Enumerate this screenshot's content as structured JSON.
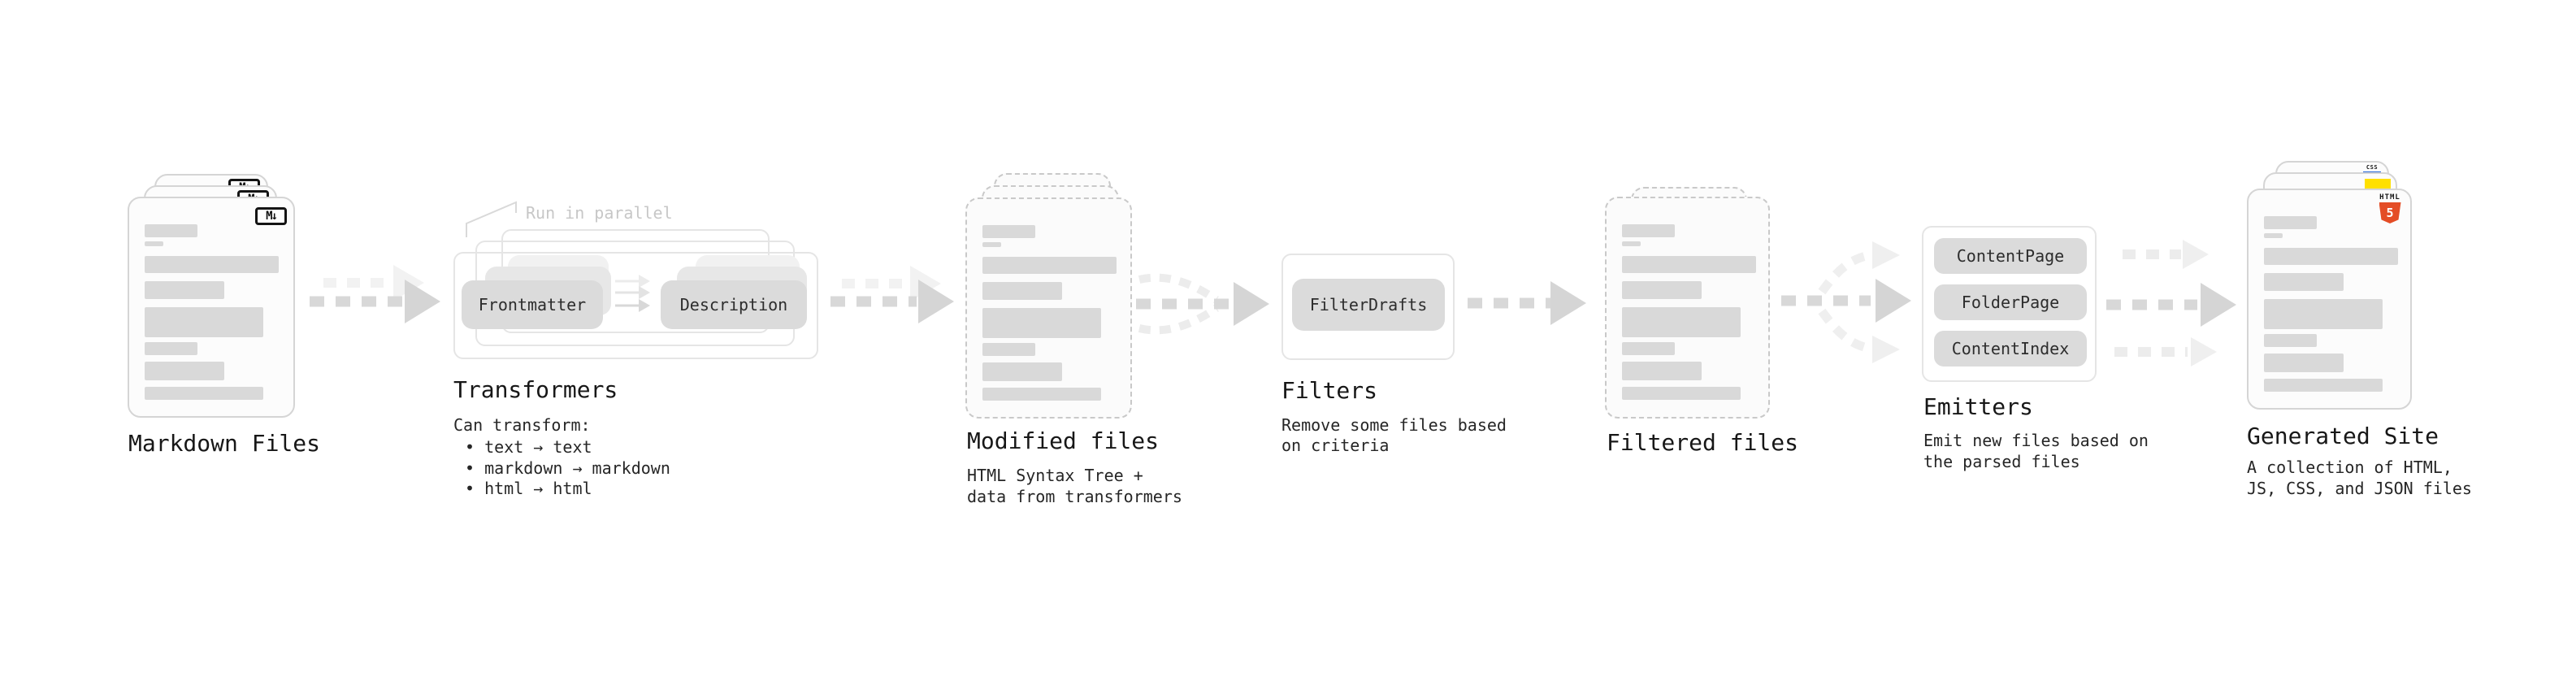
{
  "stages": {
    "markdown": {
      "label": "Markdown Files"
    },
    "transformers": {
      "label": "Transformers",
      "callout": "Run in parallel",
      "chip_left": "Frontmatter",
      "chip_right": "Description",
      "sub": "Can transform:",
      "bullet1": "• text → text",
      "bullet2": "• markdown → markdown",
      "bullet3": "• html → html"
    },
    "modified": {
      "label": "Modified files",
      "sub1": "HTML Syntax Tree +",
      "sub2": "data from transformers"
    },
    "filters": {
      "label": "Filters",
      "chip": "FilterDrafts",
      "sub1": "Remove some files based",
      "sub2": "on criteria"
    },
    "filtered": {
      "label": "Filtered files"
    },
    "emitters": {
      "label": "Emitters",
      "chip1": "ContentPage",
      "chip2": "FolderPage",
      "chip3": "ContentIndex",
      "sub1": "Emit new files based on",
      "sub2": "the parsed files"
    },
    "generated": {
      "label": "Generated Site",
      "sub1": "A collection of HTML,",
      "sub2": "JS, CSS, and JSON files"
    }
  },
  "icons": {
    "markdown_glyph": "M↓",
    "html5_label": "HTML",
    "html5_numeral": "5",
    "css_label": "CSS"
  },
  "colors": {
    "arrow_main": "#d8d8d8",
    "arrow_ghost": "#f2f2f2",
    "bar_fill": "#d9d9d9",
    "chip_fill": "#dbdbdb",
    "html5_orange": "#e44d26",
    "js_yellow": "#ffe000",
    "css_blue": "#2767d9"
  }
}
